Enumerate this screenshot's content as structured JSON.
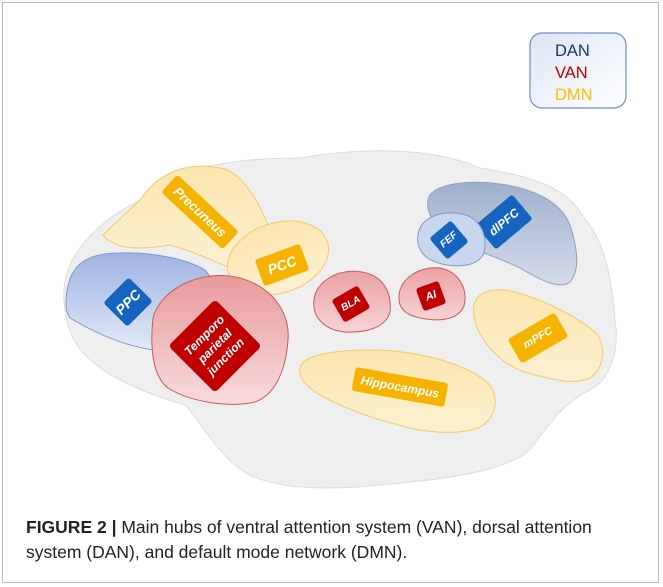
{
  "legend": [
    {
      "label": "DAN",
      "color": "#1f3864"
    },
    {
      "label": "VAN",
      "color": "#c00000"
    },
    {
      "label": "DMN",
      "color": "#ffc000"
    }
  ],
  "regions": {
    "precuneus": "Precuneus",
    "pcc": "PCC",
    "ppc": "PPC",
    "tpj_line1": "Temporo",
    "tpj_line2": "parietal",
    "tpj_line3": "junction",
    "bla": "BLA",
    "ai": "AI",
    "fef": "FEF",
    "dlpfc": "dlPFC",
    "mpfc": "mPFC",
    "hippocampus": "Hippocampus"
  },
  "caption": {
    "label": "FIGURE 2 |",
    "text": " Main hubs of ventral attention system (VAN), dorsal attention system (DAN), and default mode network (DMN)."
  }
}
